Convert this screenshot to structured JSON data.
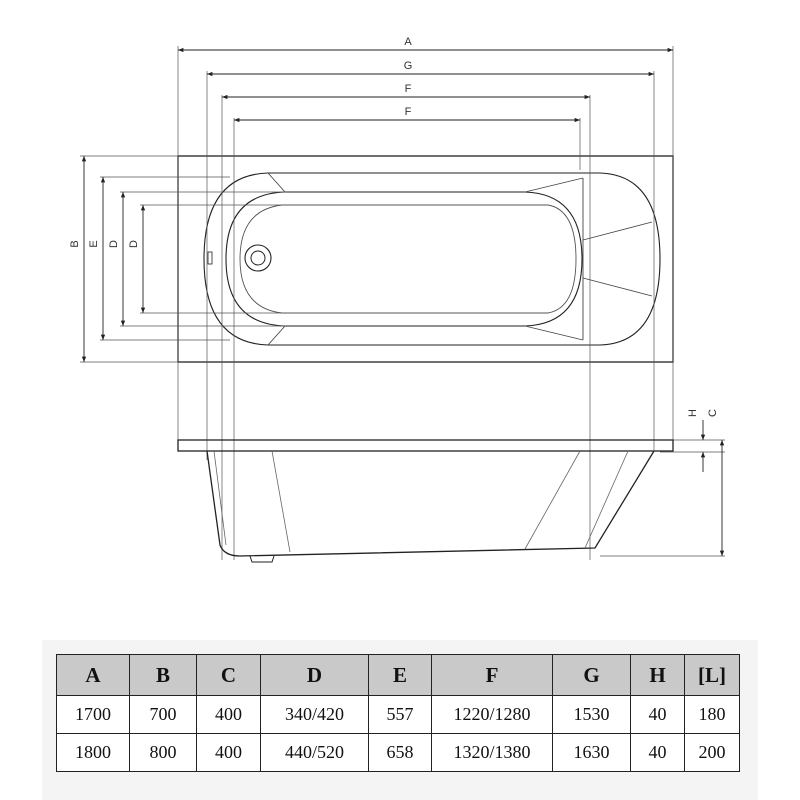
{
  "labels": {
    "A": "A",
    "G": "G",
    "F1": "F",
    "F2": "F",
    "B": "B",
    "E": "E",
    "D1": "D",
    "D2": "D",
    "H": "H",
    "C": "C"
  },
  "table": {
    "headers": [
      "A",
      "B",
      "C",
      "D",
      "E",
      "F",
      "G",
      "H",
      "[L]"
    ],
    "rows": [
      [
        "1700",
        "700",
        "400",
        "340/420",
        "557",
        "1220/1280",
        "1530",
        "40",
        "180"
      ],
      [
        "1800",
        "800",
        "400",
        "440/520",
        "658",
        "1320/1380",
        "1630",
        "40",
        "200"
      ]
    ]
  }
}
